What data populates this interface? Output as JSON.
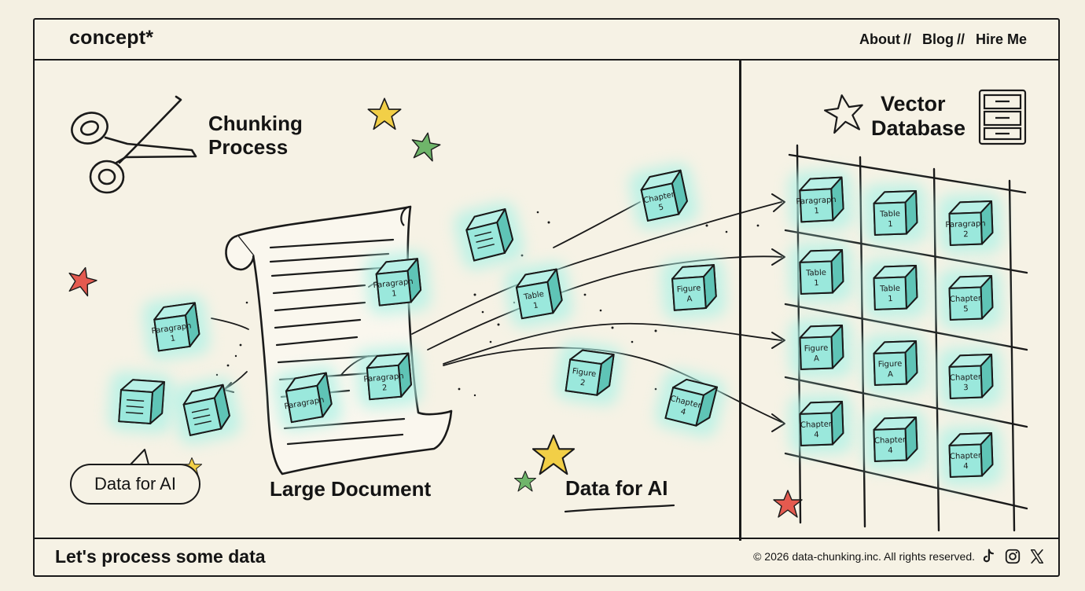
{
  "header": {
    "brand": "concept*",
    "nav": [
      {
        "label": "About"
      },
      {
        "label": "Blog"
      },
      {
        "label": "Hire Me"
      }
    ],
    "separator": "//"
  },
  "illustration": {
    "chunking_title_line1": "Chunking",
    "chunking_title_line2": "Process",
    "database_title_line1": "Vector",
    "database_title_line2": "Database",
    "document_caption": "Large Document",
    "bubble_caption": "Data for AI",
    "stream_caption": "Data for AI",
    "chunks": {
      "paragraph": "Paragraph",
      "table": "Table",
      "figure": "Figure",
      "chapter": "Chapter",
      "n1": "1",
      "n2": "2",
      "n3": "3",
      "n4": "4",
      "n5": "5",
      "nA": "A"
    }
  },
  "footer": {
    "tagline": "Let's process some data",
    "copyright": "© 2026 data-chunking.inc. All rights reserved."
  },
  "colors": {
    "paper": "#f4f0e2",
    "ink": "#1a1a1a",
    "cube": "#8fe3d6",
    "glow": "#aef2e6",
    "star_yellow": "#f2cf47",
    "star_green": "#6fb56a",
    "star_red": "#e45a4f"
  },
  "icons": [
    "scissors-icon",
    "star-icon",
    "cabinet-icon",
    "tiktok-icon",
    "instagram-icon",
    "x-icon"
  ]
}
